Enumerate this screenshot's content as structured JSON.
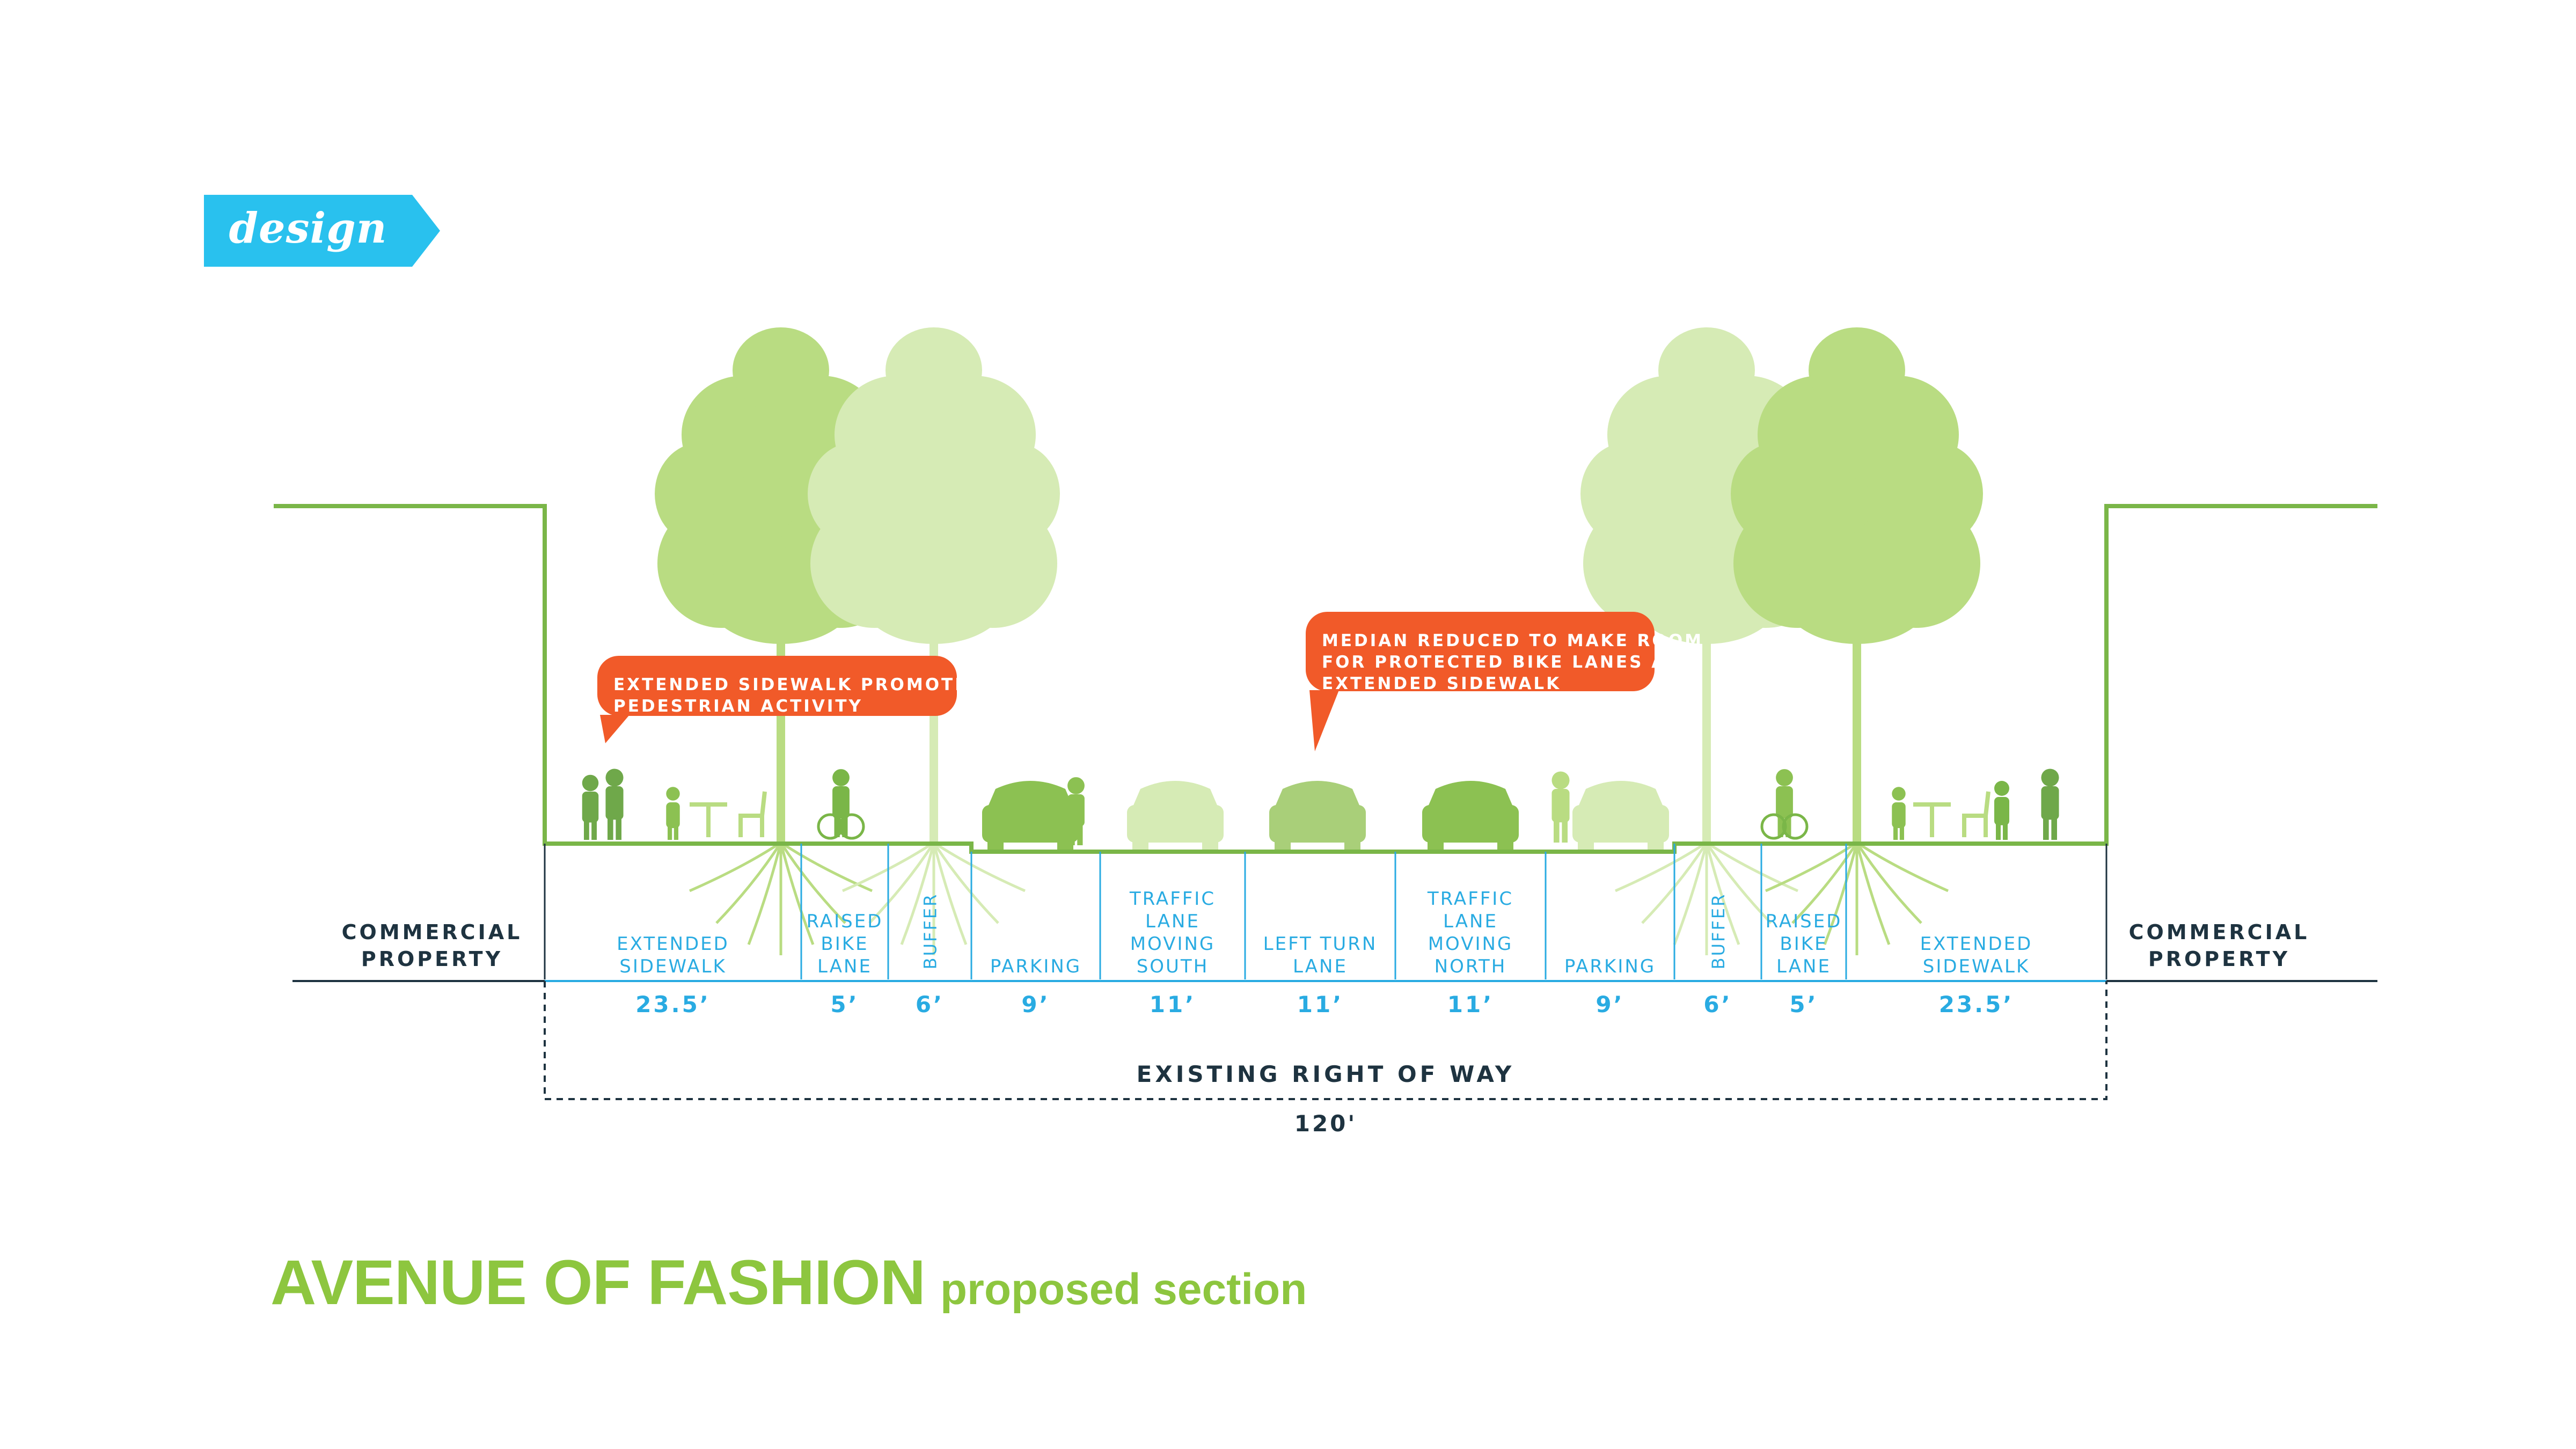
{
  "tag": {
    "label": "design"
  },
  "colors": {
    "green": "#7ab648",
    "light_green": "#b9dc82",
    "pale_green": "#d6ebb5",
    "blue": "#29abe2",
    "dark": "#1e3340",
    "orange": "#f15a29",
    "tag_blue": "#29c1ee",
    "title_green": "#8dc63f"
  },
  "property": {
    "left": [
      "COMMERCIAL",
      "PROPERTY"
    ],
    "right": [
      "COMMERCIAL",
      "PROPERTY"
    ]
  },
  "callouts": [
    {
      "lines": [
        "EXTENDED SIDEWALK PROMOTES",
        "PEDESTRIAN ACTIVITY"
      ]
    },
    {
      "lines": [
        "MEDIAN REDUCED TO MAKE ROOM",
        "FOR PROTECTED BIKE LANES AND",
        "EXTENDED SIDEWALK"
      ]
    }
  ],
  "lanes": [
    {
      "name": [
        "EXTENDED",
        "SIDEWALK"
      ],
      "width": "23.5’"
    },
    {
      "name": [
        "RAISED",
        "BIKE",
        "LANE"
      ],
      "width": "5’"
    },
    {
      "name": [
        "BUFFER"
      ],
      "width": "6’",
      "vertical": true
    },
    {
      "name": [
        "PARKING"
      ],
      "width": "9’"
    },
    {
      "name": [
        "TRAFFIC",
        "LANE",
        "MOVING",
        "SOUTH"
      ],
      "width": "11’"
    },
    {
      "name": [
        "LEFT TURN",
        "LANE"
      ],
      "width": "11’"
    },
    {
      "name": [
        "TRAFFIC",
        "LANE",
        "MOVING",
        "NORTH"
      ],
      "width": "11’"
    },
    {
      "name": [
        "PARKING"
      ],
      "width": "9’"
    },
    {
      "name": [
        "BUFFER"
      ],
      "width": "6’",
      "vertical": true
    },
    {
      "name": [
        "RAISED",
        "BIKE",
        "LANE"
      ],
      "width": "5’"
    },
    {
      "name": [
        "EXTENDED",
        "SIDEWALK"
      ],
      "width": "23.5’"
    }
  ],
  "right_of_way": {
    "label": "EXISTING RIGHT OF WAY",
    "width": "120'"
  },
  "title": {
    "main": "AVENUE OF FASHION",
    "sub": "proposed section"
  }
}
